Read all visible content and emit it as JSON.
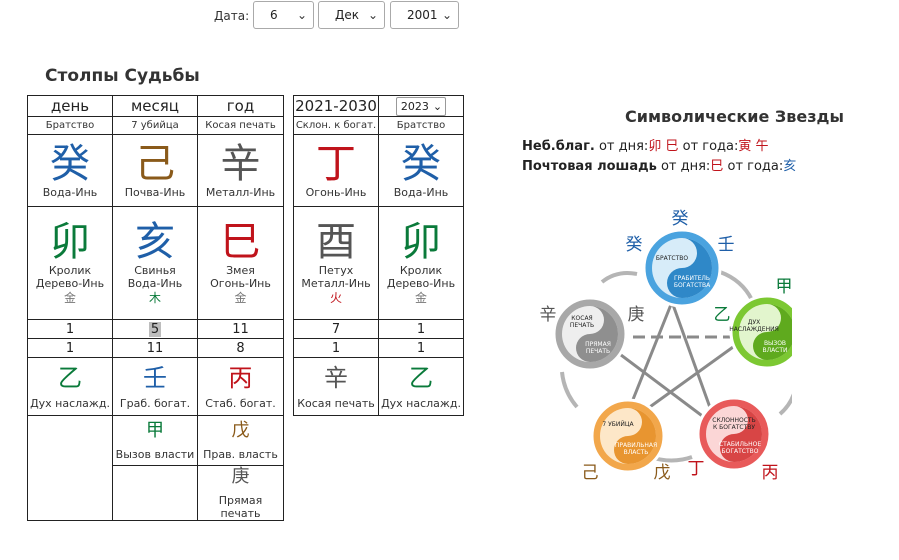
{
  "date_bar": {
    "label": "Дата:",
    "day": "6",
    "month": "Дек",
    "year": "2001"
  },
  "pillars": {
    "title": "Столпы Судьбы",
    "headers": [
      "день",
      "месяц",
      "год"
    ],
    "rel_labels": [
      "Братство",
      "7 убийца",
      "Косая печать"
    ],
    "stems": [
      {
        "char": "癸",
        "name": "Вода-Инь",
        "color": "#1f5fa8"
      },
      {
        "char": "己",
        "name": "Почва-Инь",
        "color": "#8a5a1a"
      },
      {
        "char": "辛",
        "name": "Металл-Инь",
        "color": "#555555"
      }
    ],
    "branches": [
      {
        "char": "卯",
        "animal": "Кролик",
        "element": "Дерево-Инь",
        "color": "#0a7a3a",
        "small": "金",
        "small_color": "#777777"
      },
      {
        "char": "亥",
        "animal": "Свинья",
        "element": "Вода-Инь",
        "color": "#1f5fa8",
        "small": "木",
        "small_color": "#0a7a3a"
      },
      {
        "char": "巳",
        "animal": "Змея",
        "element": "Огонь-Инь",
        "color": "#c0131b",
        "small": "金",
        "small_color": "#777777"
      }
    ],
    "num_row1": [
      "1",
      "5",
      "11"
    ],
    "num_row2": [
      "1",
      "11",
      "8"
    ],
    "hidden_main": [
      {
        "char": "乙",
        "label": "Дух наслажд.",
        "color": "#0a7a3a"
      },
      {
        "char": "壬",
        "label": "Граб. богат.",
        "color": "#1f5fa8"
      },
      {
        "char": "丙",
        "label": "Стаб. богат.",
        "color": "#c0131b"
      }
    ],
    "hidden_2": [
      {
        "char": "甲",
        "label": "Вызов власти",
        "color": "#0a7a3a"
      },
      {
        "char": "戊",
        "label": "Прав. власть",
        "color": "#8a5a1a"
      }
    ],
    "hidden_3": {
      "char": "庚",
      "label": "Прямая печать",
      "color": "#555555"
    }
  },
  "luck": {
    "decade": "2021-2030",
    "year_select": "2023",
    "rel_labels": [
      "Склон. к богат.",
      "Братство"
    ],
    "stems": [
      {
        "char": "丁",
        "name": "Огонь-Инь",
        "color": "#c0131b"
      },
      {
        "char": "癸",
        "name": "Вода-Инь",
        "color": "#1f5fa8"
      }
    ],
    "branches": [
      {
        "char": "酉",
        "animal": "Петух",
        "element": "Металл-Инь",
        "color": "#555555",
        "small": "火",
        "small_color": "#c0131b"
      },
      {
        "char": "卯",
        "animal": "Кролик",
        "element": "Дерево-Инь",
        "color": "#0a7a3a",
        "small": "金",
        "small_color": "#777777"
      }
    ],
    "num_row1": [
      "7",
      "1"
    ],
    "num_row2": [
      "1",
      "1"
    ],
    "hidden_main": [
      {
        "char": "辛",
        "label": "Косая печать",
        "color": "#555555"
      },
      {
        "char": "乙",
        "label": "Дух наслажд.",
        "color": "#0a7a3a"
      }
    ]
  },
  "stars": {
    "title": "Символические Звезды",
    "line1": {
      "label": "Неб.благ.",
      "from_day": "от дня:",
      "day_chars": "卯 巳",
      "from_year": "от года:",
      "year_chars": "寅 午"
    },
    "line2": {
      "label": "Почтовая лошадь",
      "from_day": "от дня:",
      "day_chars": "巳",
      "from_year": "от года:",
      "year_chars": "亥"
    }
  },
  "wheel": {
    "top": {
      "char_top": "癸",
      "char_left": "癸",
      "char_right": "壬",
      "text_a": "БРАТСТВО",
      "text_b1": "ГРАБИТЕЛЬ",
      "text_b2": "БОГАТСТВА",
      "color": "#4aa3df"
    },
    "right": {
      "char_left": "乙",
      "char_right": "甲",
      "text_a1": "ДУХ",
      "text_a2": "НАСЛАЖДЕНИЯ",
      "text_b1": "ВЫЗОВ",
      "text_b2": "ВЛАСТИ",
      "color": "#7cc832"
    },
    "bottom_right": {
      "char_left": "丁",
      "char_right": "丙",
      "text_a1": "СКЛОННОСТЬ",
      "text_a2": "К БОГАТСТВУ",
      "text_b1": "СТАБИЛЬНОЕ",
      "text_b2": "БОГАТСТВО",
      "color": "#e85a5a"
    },
    "bottom_left": {
      "char_left": "己",
      "char_right": "戊",
      "text_a": "7 УБИЙЦА",
      "text_b1": "ПРАВИЛЬНАЯ",
      "text_b2": "ВЛАСТЬ",
      "color": "#f2a74b"
    },
    "left": {
      "char_left": "辛",
      "char_right": "庚",
      "text_a1": "КОСАЯ",
      "text_a2": "ПЕЧАТЬ",
      "text_b1": "ПРЯМАЯ",
      "text_b2": "ПЕЧАТЬ",
      "color": "#a8a8a8"
    }
  }
}
